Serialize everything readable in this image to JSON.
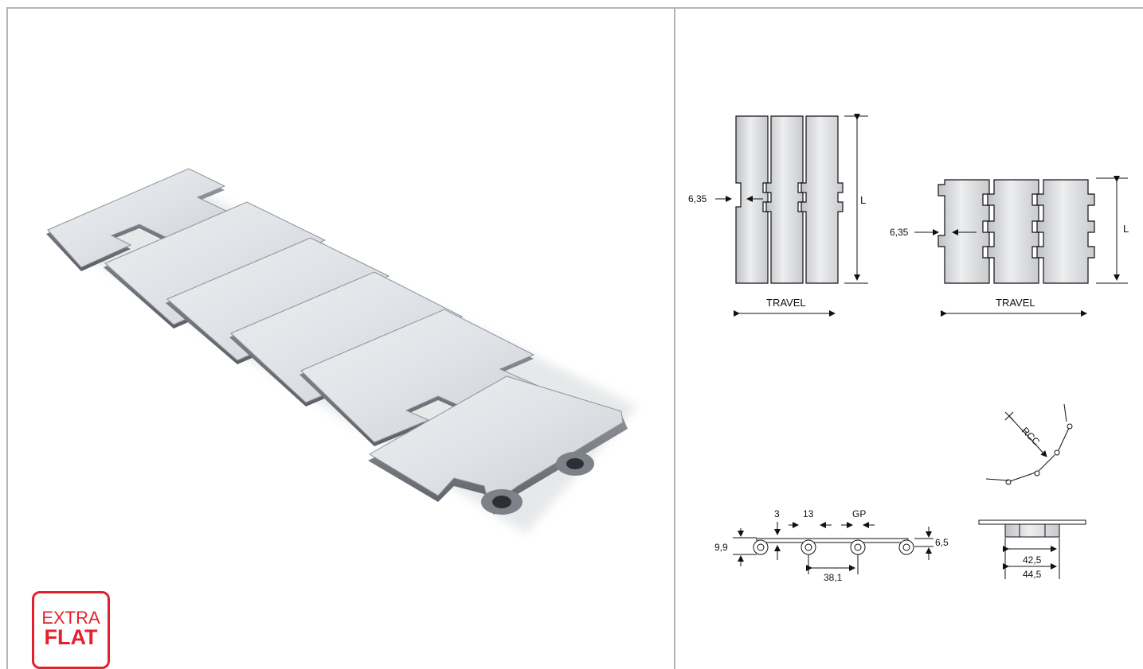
{
  "badge": {
    "line1": "EXTRA",
    "line2": "FLAT"
  },
  "colors": {
    "badge_red": "#e5202e",
    "frame_gray": "#b5b5b5"
  },
  "top_view_straight": {
    "dim_slot": "6,35",
    "dim_length": "L",
    "travel_label": "TRAVEL"
  },
  "top_view_sideflex": {
    "dim_slot": "6,35",
    "dim_length": "L",
    "travel_label": "TRAVEL"
  },
  "side_view": {
    "dim_height": "9,9",
    "dim_a": "3",
    "dim_b": "13",
    "dim_gp": "GP",
    "dim_thickness": "6,5",
    "dim_pitch": "38,1"
  },
  "end_view": {
    "dim_inner": "42,5",
    "dim_outer": "44,5"
  },
  "radius_view": {
    "label": "RCC"
  }
}
